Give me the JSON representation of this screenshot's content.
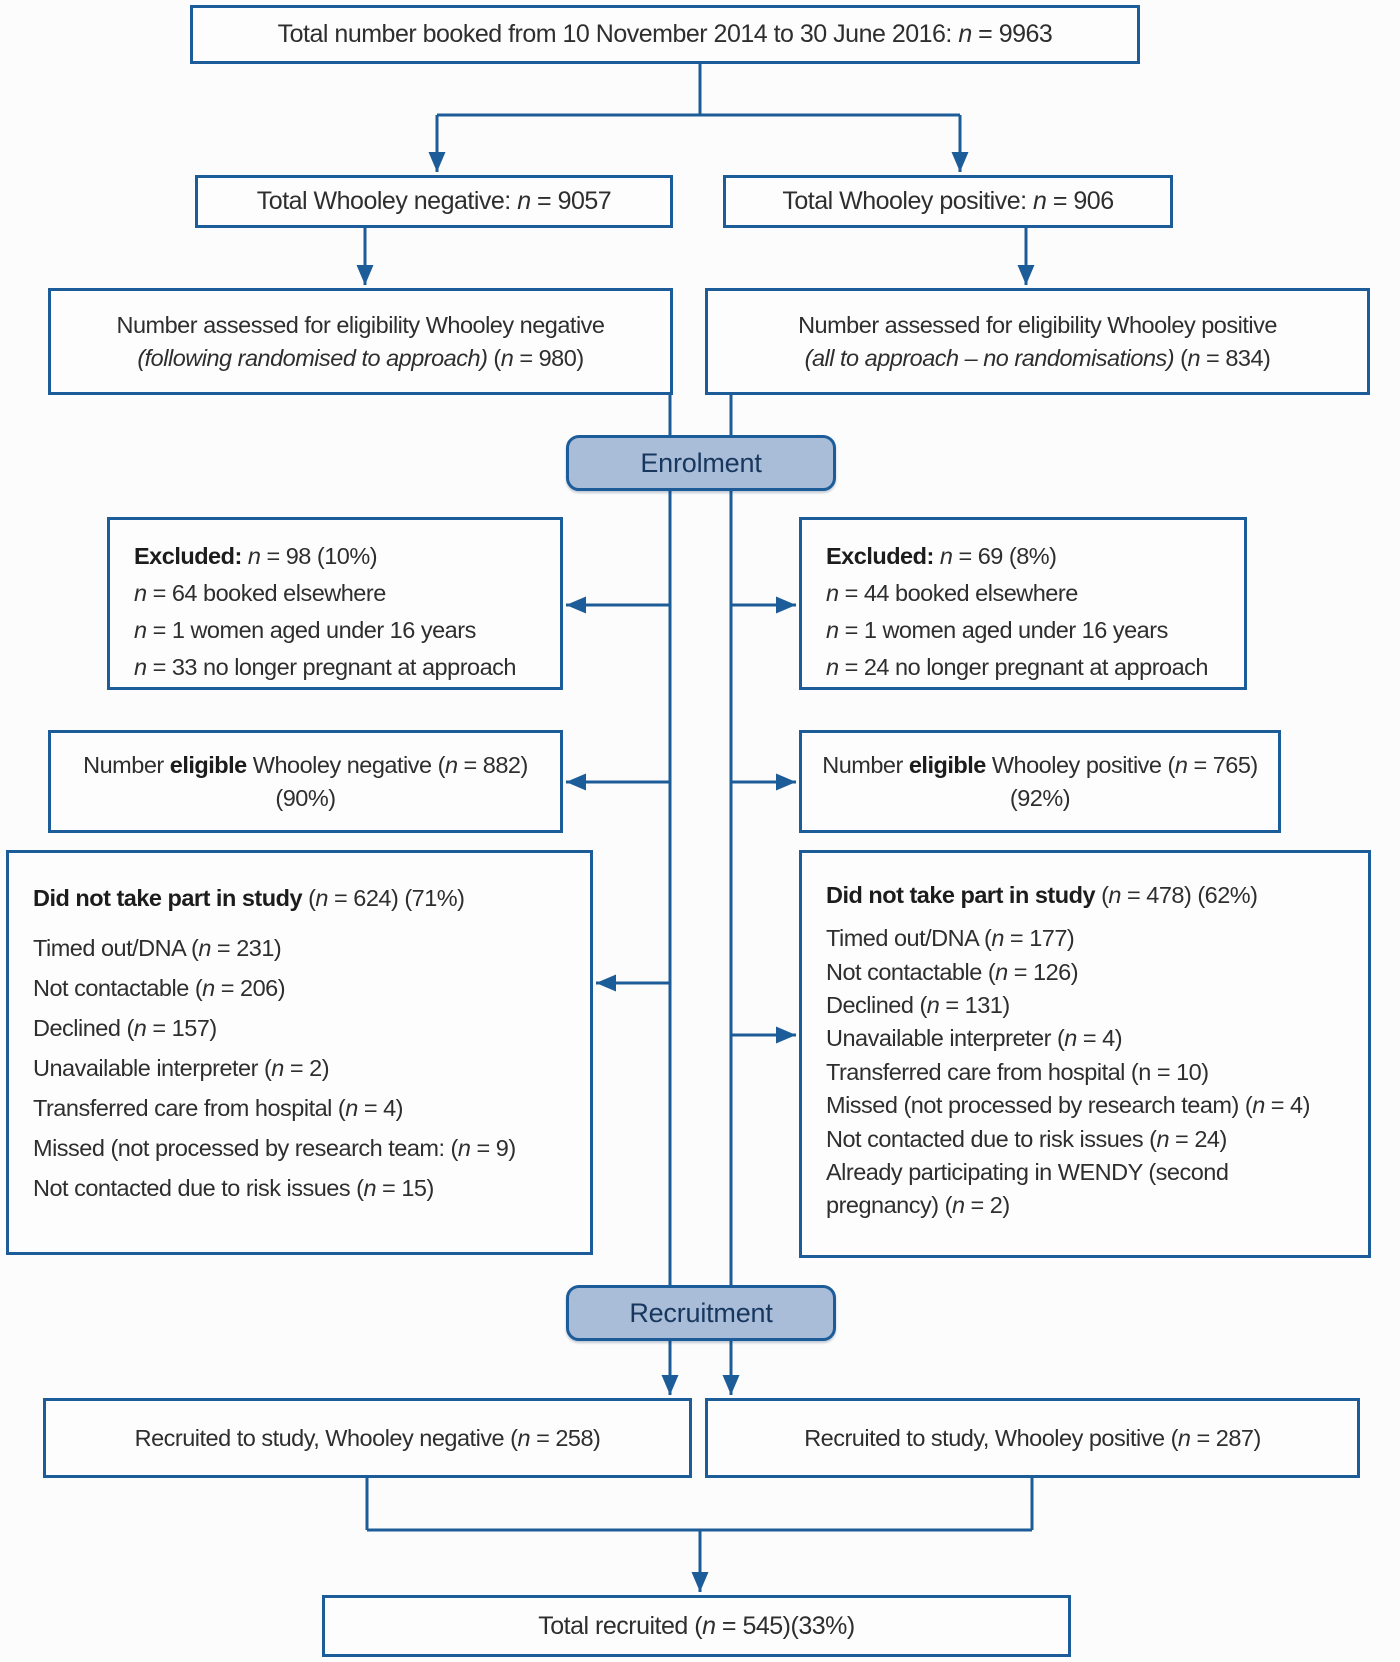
{
  "title": "Study recruitment flow diagram",
  "colors": {
    "line": "#1c5d99",
    "badge_fill": "#a9bdd9",
    "badge_text": "#17375e",
    "text": "#2e2e2e",
    "bg": "#fcfcfc",
    "box_bg": "#fdfdfd"
  },
  "badges": {
    "enrolment": "Enrolment",
    "recruitment": "Recruitment"
  },
  "nodes": {
    "total_booked": {
      "lines": [
        [
          {
            "t": "Total number booked from 10 November 2014 to 30 June 2016: "
          },
          {
            "t": "n",
            "s": "i"
          },
          {
            "t": " = 9963"
          }
        ]
      ]
    },
    "whooley_negative_total": {
      "lines": [
        [
          {
            "t": "Total Whooley negative: "
          },
          {
            "t": "n",
            "s": "i"
          },
          {
            "t": " = 9057"
          }
        ]
      ]
    },
    "whooley_positive_total": {
      "lines": [
        [
          {
            "t": "Total Whooley positive: "
          },
          {
            "t": "n",
            "s": "i"
          },
          {
            "t": " = 906"
          }
        ]
      ]
    },
    "assessed_negative": {
      "lines": [
        [
          {
            "t": "Number assessed for eligibility Whooley negative"
          }
        ],
        [
          {
            "t": "(following randomised to approach)",
            "s": "i"
          },
          {
            "t": " ("
          },
          {
            "t": "n",
            "s": "i"
          },
          {
            "t": " = 980)"
          }
        ]
      ]
    },
    "assessed_positive": {
      "lines": [
        [
          {
            "t": "Number assessed for eligibility Whooley positive"
          }
        ],
        [
          {
            "t": "(all to approach – no randomisations)",
            "s": "i"
          },
          {
            "t": " ("
          },
          {
            "t": "n",
            "s": "i"
          },
          {
            "t": " = 834)"
          }
        ]
      ]
    },
    "excluded_negative": {
      "lines": [
        [
          {
            "t": "Excluded: ",
            "s": "b"
          },
          {
            "t": "n",
            "s": "i"
          },
          {
            "t": " = 98 (10%)"
          }
        ],
        [
          {
            "t": "n",
            "s": "i"
          },
          {
            "t": " = 64 booked elsewhere"
          }
        ],
        [
          {
            "t": "n",
            "s": "i"
          },
          {
            "t": " = 1 women aged under 16 years"
          }
        ],
        [
          {
            "t": "n",
            "s": "i"
          },
          {
            "t": " = 33 no longer pregnant at approach"
          }
        ]
      ]
    },
    "excluded_positive": {
      "lines": [
        [
          {
            "t": "Excluded: ",
            "s": "b"
          },
          {
            "t": "n",
            "s": "i"
          },
          {
            "t": " = 69 (8%)"
          }
        ],
        [
          {
            "t": "n",
            "s": "i"
          },
          {
            "t": " = 44 booked elsewhere"
          }
        ],
        [
          {
            "t": "n",
            "s": "i"
          },
          {
            "t": " = 1 women aged under 16 years"
          }
        ],
        [
          {
            "t": "n",
            "s": "i"
          },
          {
            "t": " = 24 no longer pregnant at approach"
          }
        ]
      ]
    },
    "eligible_negative": {
      "lines": [
        [
          {
            "t": "Number "
          },
          {
            "t": "eligible",
            "s": "b"
          },
          {
            "t": " Whooley negative ("
          },
          {
            "t": "n",
            "s": "i"
          },
          {
            "t": " = 882)"
          }
        ],
        [
          {
            "t": "(90%)"
          }
        ]
      ]
    },
    "eligible_positive": {
      "lines": [
        [
          {
            "t": "Number "
          },
          {
            "t": "eligible",
            "s": "b"
          },
          {
            "t": " Whooley positive ("
          },
          {
            "t": "n",
            "s": "i"
          },
          {
            "t": " = 765)"
          }
        ],
        [
          {
            "t": "(92%)"
          }
        ]
      ]
    },
    "did_not_take_part_negative": {
      "lines": [
        [
          {
            "t": "Did not take part in study ",
            "s": "b"
          },
          {
            "t": "("
          },
          {
            "t": "n",
            "s": "i"
          },
          {
            "t": " = 624) (71%)"
          }
        ],
        [
          {
            "t": "Timed out/DNA ("
          },
          {
            "t": "n",
            "s": "i"
          },
          {
            "t": " = 231)"
          }
        ],
        [
          {
            "t": "Not contactable ("
          },
          {
            "t": "n",
            "s": "i"
          },
          {
            "t": " = 206)"
          }
        ],
        [
          {
            "t": "Declined ("
          },
          {
            "t": "n",
            "s": "i"
          },
          {
            "t": " = 157)"
          }
        ],
        [
          {
            "t": "Unavailable interpreter ("
          },
          {
            "t": "n",
            "s": "i"
          },
          {
            "t": " = 2)"
          }
        ],
        [
          {
            "t": "Transferred care from hospital ("
          },
          {
            "t": "n",
            "s": "i"
          },
          {
            "t": " = 4)"
          }
        ],
        [
          {
            "t": "Missed (not processed by research team: ("
          },
          {
            "t": "n",
            "s": "i"
          },
          {
            "t": " = 9)"
          }
        ],
        [
          {
            "t": "Not contacted due to risk issues ("
          },
          {
            "t": "n",
            "s": "i"
          },
          {
            "t": " = 15)"
          }
        ]
      ]
    },
    "did_not_take_part_positive": {
      "lines": [
        [
          {
            "t": "Did not take part in study ",
            "s": "b"
          },
          {
            "t": "("
          },
          {
            "t": "n",
            "s": "i"
          },
          {
            "t": " = 478) (62%)"
          }
        ],
        [
          {
            "t": "Timed out/DNA ("
          },
          {
            "t": "n",
            "s": "i"
          },
          {
            "t": " = 177)"
          }
        ],
        [
          {
            "t": "Not contactable ("
          },
          {
            "t": "n",
            "s": "i"
          },
          {
            "t": " = 126)"
          }
        ],
        [
          {
            "t": "Declined ("
          },
          {
            "t": "n",
            "s": "i"
          },
          {
            "t": " = 131)"
          }
        ],
        [
          {
            "t": "Unavailable interpreter ("
          },
          {
            "t": "n",
            "s": "i"
          },
          {
            "t": " = 4)"
          }
        ],
        [
          {
            "t": "Transferred care from hospital (n = 10)"
          }
        ],
        [
          {
            "t": "Missed (not processed by research team) ("
          },
          {
            "t": "n",
            "s": "i"
          },
          {
            "t": " = 4)"
          }
        ],
        [
          {
            "t": "Not contacted due to risk issues ("
          },
          {
            "t": "n",
            "s": "i"
          },
          {
            "t": " = 24)"
          }
        ],
        [
          {
            "t": "Already participating in WENDY (second"
          }
        ],
        [
          {
            "t": "pregnancy) ("
          },
          {
            "t": "n",
            "s": "i"
          },
          {
            "t": " = 2)"
          }
        ]
      ]
    },
    "recruited_negative": {
      "lines": [
        [
          {
            "t": "Recruited to study, Whooley negative ("
          },
          {
            "t": "n",
            "s": "i"
          },
          {
            "t": " = 258)"
          }
        ]
      ]
    },
    "recruited_positive": {
      "lines": [
        [
          {
            "t": "Recruited to study, Whooley positive ("
          },
          {
            "t": "n",
            "s": "i"
          },
          {
            "t": " = 287)"
          }
        ]
      ]
    },
    "total_recruited": {
      "lines": [
        [
          {
            "t": "Total recruited ("
          },
          {
            "t": "n",
            "s": "i"
          },
          {
            "t": " = 545)(33%)"
          }
        ]
      ]
    }
  }
}
